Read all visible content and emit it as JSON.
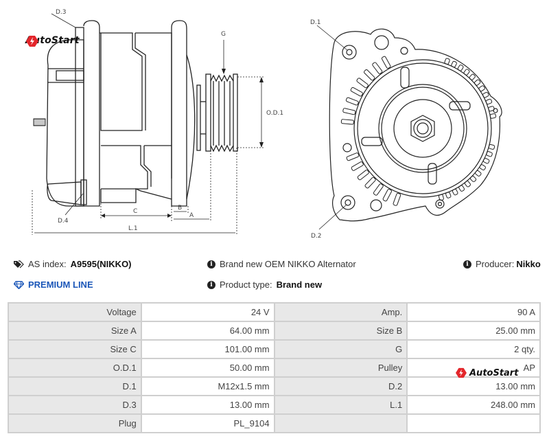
{
  "brand": {
    "logo_text": "AutoStart",
    "accent_color": "#e3262b"
  },
  "drawing": {
    "side_view_labels": {
      "d3": "D.3",
      "d4": "D.4",
      "g": "G",
      "od1": "O.D.1",
      "c": "C",
      "b": "B",
      "a": "A",
      "l1": "L.1"
    },
    "front_view_labels": {
      "d1": "D.1",
      "d2": "D.2"
    }
  },
  "info": {
    "as_index_label": "AS index:",
    "as_index_value": "A9595(NIKKO)",
    "description": "Brand new OEM NIKKO Alternator",
    "producer_label": "Producer:",
    "producer_value": "Nikko",
    "premium_label": "PREMIUM LINE",
    "product_type_label": "Product type:",
    "product_type_value": "Brand new",
    "premium_color": "#1a56b8"
  },
  "specs": {
    "rows": [
      {
        "l1": "Voltage",
        "v1": "24 V",
        "l2": "Amp.",
        "v2": "90 A"
      },
      {
        "l1": "Size A",
        "v1": "64.00 mm",
        "l2": "Size B",
        "v2": "25.00 mm"
      },
      {
        "l1": "Size C",
        "v1": "101.00 mm",
        "l2": "G",
        "v2": "2 qty."
      },
      {
        "l1": "O.D.1",
        "v1": "50.00 mm",
        "l2": "Pulley",
        "v2": "AP"
      },
      {
        "l1": "D.1",
        "v1": "M12x1.5 mm",
        "l2": "D.2",
        "v2": "13.00 mm"
      },
      {
        "l1": "D.3",
        "v1": "13.00 mm",
        "l2": "L.1",
        "v2": "248.00 mm"
      },
      {
        "l1": "Plug",
        "v1": "PL_9104",
        "l2": "",
        "v2": ""
      }
    ]
  }
}
